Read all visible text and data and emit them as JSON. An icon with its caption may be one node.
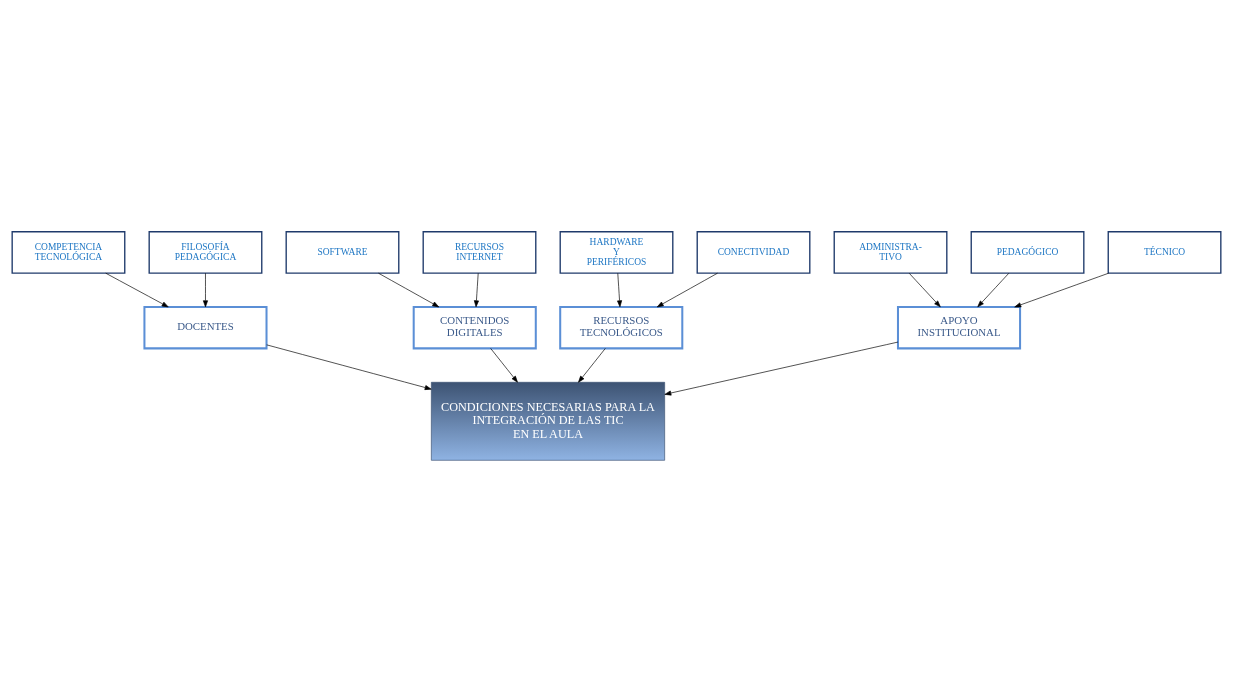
{
  "diagram": {
    "nodes": [
      {
        "text": [
          "CONDICIONES NECESARIAS PARA LA INTEGRACIÓN DE LAS TIC EN EL AULA"
        ]
      },
      {
        "text": [
          "DOCENTES"
        ]
      },
      {
        "text": [
          "CONTENIDOS DIGITALES"
        ]
      },
      {
        "text": [
          "RECURSOS TECNOLÓGICOS"
        ]
      },
      {
        "text": [
          "APOYO INSTITUCIONAL"
        ]
      },
      {
        "text": [
          "COMPETENCIA TECNOLÓGICA"
        ]
      },
      {
        "text": [
          "FILOSOFÍA PEDAGÓGICA"
        ]
      },
      {
        "text": [
          "SOFTWARE"
        ]
      },
      {
        "text": [
          "RECURSOS INTERNET"
        ]
      },
      {
        "text": [
          "HARDWARE Y PERIFÉRICOS"
        ]
      },
      {
        "text": [
          "CONECTIVIDAD"
        ]
      },
      {
        "text": [
          "ADMINISTRA- TIVO"
        ]
      },
      {
        "text": [
          "PEDAGÓGICO"
        ]
      },
      {
        "text": [
          "TÉCNICO"
        ]
      }
    ],
    "edges": [
      {
        "from": 5,
        "to": 1,
        "arrow": "to"
      },
      {
        "from": 6,
        "to": 1,
        "arrow": "to"
      },
      {
        "from": 1,
        "to": 0,
        "arrow": "to"
      },
      {
        "from": 7,
        "to": 2,
        "arrow": "to"
      },
      {
        "from": 8,
        "to": 2,
        "arrow": "to"
      },
      {
        "from": 2,
        "to": 0,
        "arrow": "to"
      },
      {
        "from": 9,
        "to": 3,
        "arrow": "to"
      },
      {
        "from": 10,
        "to": 3,
        "arrow": "to"
      },
      {
        "from": 3,
        "to": 0,
        "arrow": "to"
      },
      {
        "from": 11,
        "to": 4,
        "arrow": "to"
      },
      {
        "from": 12,
        "to": 4,
        "arrow": "to"
      },
      {
        "from": 13,
        "to": 4,
        "arrow": "to"
      },
      {
        "from": 4,
        "to": 0,
        "arrow": "to"
      }
    ]
  }
}
